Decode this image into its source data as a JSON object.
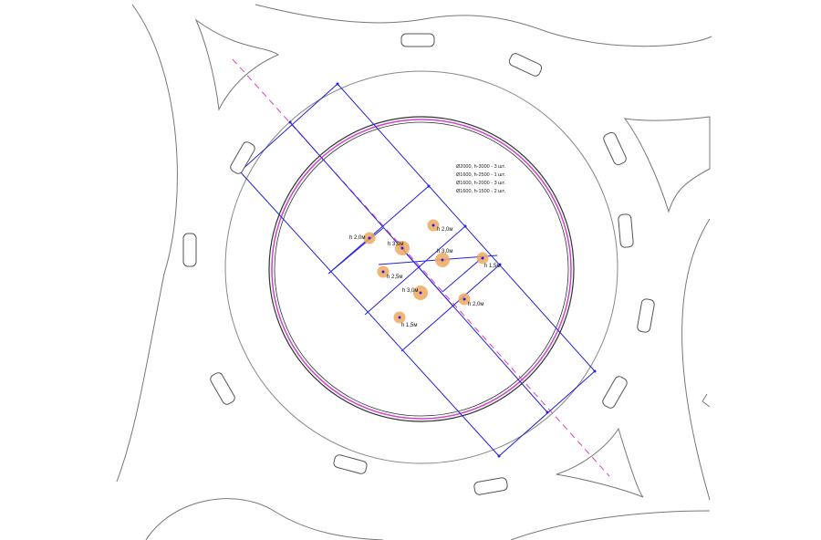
{
  "legend": [
    "Ø2000, h-3000 - 3 шт.",
    "Ø1600, h-2500 - 1 шт.",
    "Ø1600, h-2000 - 3 шт.",
    "Ø1600, h-1500 - 2 шт."
  ],
  "trees": [
    {
      "label": "h 2,0м",
      "big": false
    },
    {
      "label": "h 3,0м",
      "big": true
    },
    {
      "label": "h 2,0м",
      "big": false
    },
    {
      "label": "h 3,0м",
      "big": true
    },
    {
      "label": "h 1,5м",
      "big": false
    },
    {
      "label": "h 2,5м",
      "big": false
    },
    {
      "label": "h 3,0м",
      "big": true
    },
    {
      "label": "h 2,0м",
      "big": false
    },
    {
      "label": "h 1,5м",
      "big": false
    }
  ],
  "colors": {
    "dimension": "#2222dd",
    "ring": "#cc44cc",
    "axis": "#e040b0",
    "tree": "#f0a860",
    "road": "#777777"
  }
}
